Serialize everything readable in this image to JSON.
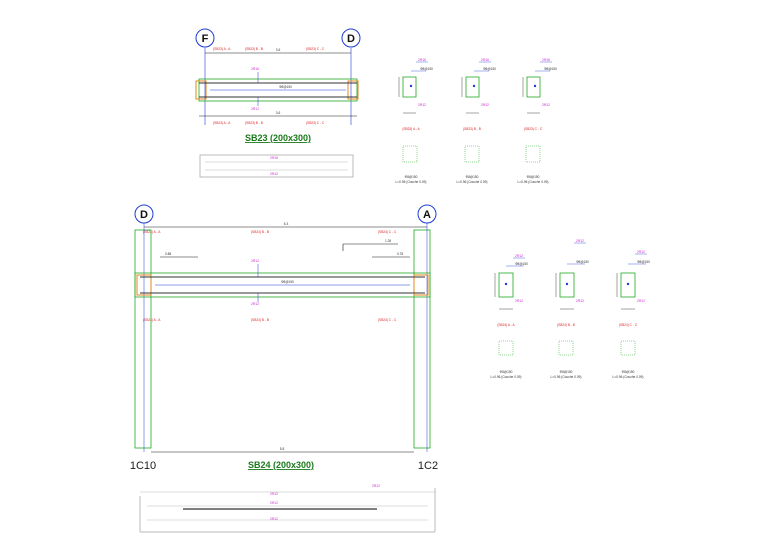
{
  "drawing": {
    "sb23": {
      "label": "SB23 (200x300)",
      "grid_left": "F",
      "grid_right": "D",
      "cut_labels": [
        "(SB23) A - A",
        "(SB23) B - B",
        "(SB23) C - C"
      ],
      "top_bar": "2Φ16",
      "bottom_bar": "2Φ12",
      "stirrup": "Φ8@150",
      "span": "3.6",
      "section_note": "Φ8@150",
      "section_note2": "L=0.96 (Couche 0.09)"
    },
    "sb24": {
      "label": "SB24 (200x300)",
      "grid_left": "D",
      "grid_right": "A",
      "col_left": "1C10",
      "col_right": "1C2",
      "cut_labels": [
        "(SB24) A - A",
        "(SB24) B - B",
        "(SB24) C - C"
      ],
      "top_bar": "2Φ12",
      "bottom_bar": "2Φ12",
      "stirrup": "Φ8@150",
      "span": "6.3",
      "bottom_dim": "5.8",
      "extra_dim": "1.26",
      "extra_dim2": "0.78",
      "left_dim": "0.88",
      "section_note": "Φ8@150",
      "section_note2": "L=0.96 (Couche 0.09)"
    }
  }
}
